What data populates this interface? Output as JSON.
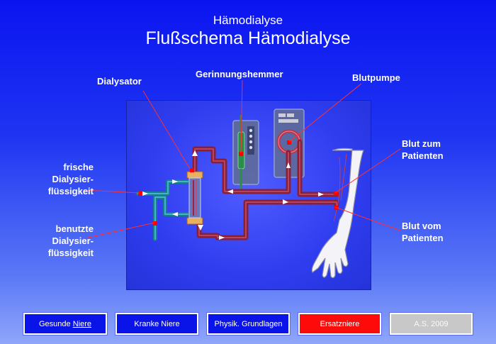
{
  "header": {
    "subtitle": "Hämodialyse",
    "title": "Flußschema Hämodialyse"
  },
  "labels": {
    "dialysator": "Dialysator",
    "gerinnungshemmer": "Gerinnungshemmer",
    "blutpumpe": "Blutpumpe",
    "frische_line1": "frische",
    "frische_line2": "Dialysier-",
    "frische_line3": "flüssigkeit",
    "benutzte_line1": "benutzte",
    "benutzte_line2": "Dialysier-",
    "benutzte_line3": "flüssigkeit",
    "blut_zum_line1": "Blut zum",
    "blut_zum_line2": "Patienten",
    "blut_vom_line1": "Blut vom",
    "blut_vom_line2": "Patienten"
  },
  "nav": {
    "btn1_prefix": "Gesunde ",
    "btn1_link": "Niere",
    "btn2": "Kranke Niere",
    "btn3": "Physik. Grundlagen",
    "btn4": "Ersatzniere",
    "btn5": "A.S. 2009"
  },
  "colors": {
    "background_top": "#0b14f0",
    "background_bottom": "#8fa6fb",
    "blood_tube": "#8a1f3a",
    "blood_tube_fresh": "#c0334a",
    "dialysate_tube": "#1a8aa0",
    "marker": "#ff0000",
    "active_button": "#ff0a0a",
    "nav_button": "#0a14e8",
    "inactive_button": "#c8c8c8"
  }
}
